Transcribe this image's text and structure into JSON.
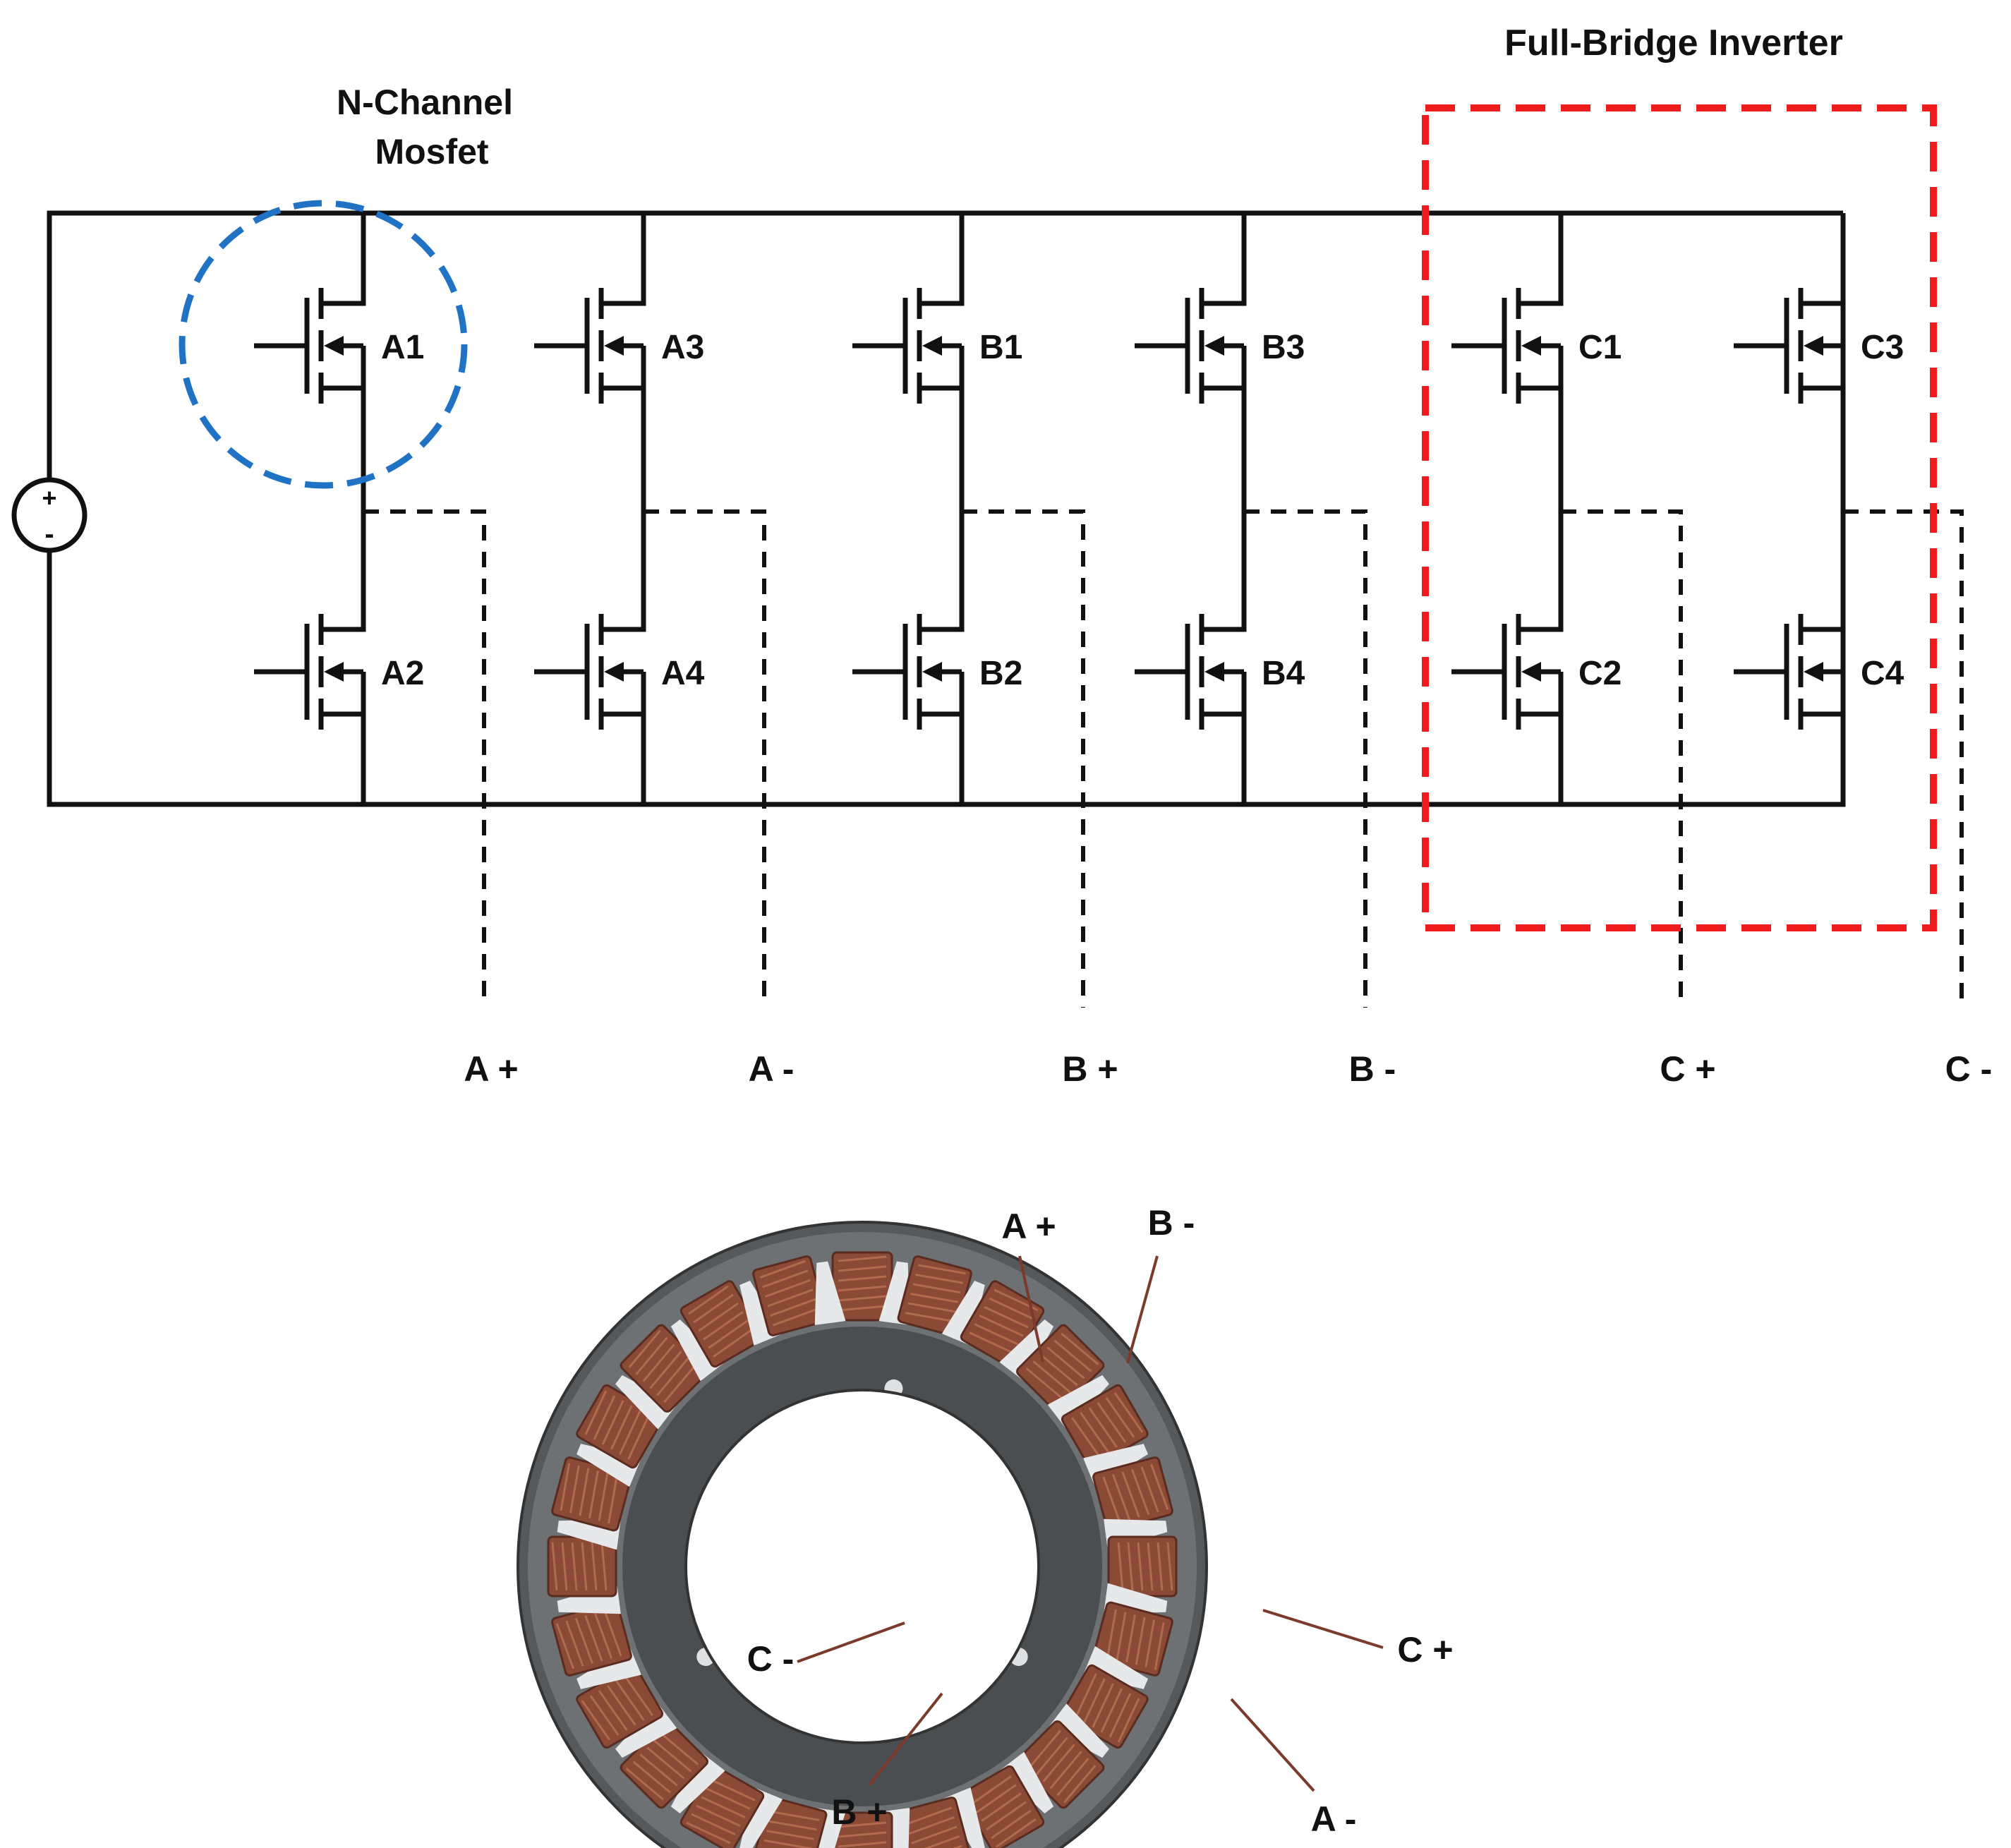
{
  "annotations": {
    "mosfet_callout": [
      "N-Channel",
      "Mosfet"
    ],
    "inverter_callout": "Full-Bridge Inverter"
  },
  "source": {
    "plus": "+",
    "minus": "-"
  },
  "legs": [
    {
      "top": "A1",
      "bottom": "A2",
      "terminal": "A +"
    },
    {
      "top": "A3",
      "bottom": "A4",
      "terminal": "A -"
    },
    {
      "top": "B1",
      "bottom": "B2",
      "terminal": "B +"
    },
    {
      "top": "B3",
      "bottom": "B4",
      "terminal": "B -"
    },
    {
      "top": "C1",
      "bottom": "C2",
      "terminal": "C +"
    },
    {
      "top": "C3",
      "bottom": "C4",
      "terminal": "C -"
    }
  ],
  "stator_labels": [
    "A +",
    "B -",
    "C -",
    "C +",
    "B +",
    "A -"
  ],
  "colors": {
    "wire": "#111111",
    "mosfet_highlight": "#1f72c4",
    "inverter_highlight": "#ee1c1c",
    "stator_core": "#55595c",
    "coil": "#8b4a35",
    "lead_wire": "#7b3a2a"
  }
}
